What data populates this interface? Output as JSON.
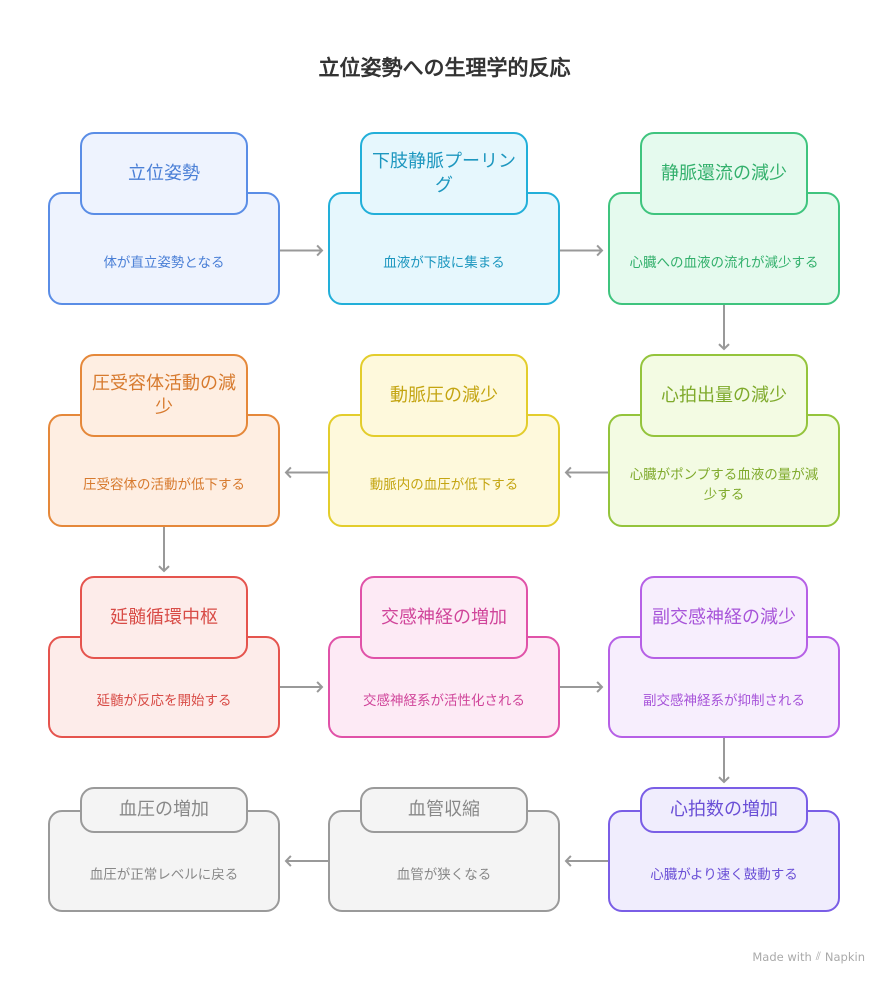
{
  "title": "立位姿勢への生理学的反応",
  "nodes": [
    {
      "heading": "立位姿勢",
      "text": "体が直立姿勢となる",
      "border": "#5a8de6",
      "fill": "#eef3fe",
      "color": "#4a7fd6"
    },
    {
      "heading": "下肢静脈プーリング",
      "text": "血液が下肢に集まる",
      "border": "#22afd9",
      "fill": "#e6f7fd",
      "color": "#1d97bf"
    },
    {
      "heading": "静脈還流の減少",
      "text": "心臓への血液の流れが減少する",
      "border": "#3fc47e",
      "fill": "#e5faee",
      "color": "#33b06c"
    },
    {
      "heading": "心拍出量の減少",
      "text": "心臓がポンプする血液の量が減少する",
      "border": "#94c43c",
      "fill": "#f3fbe3",
      "color": "#7faa2c"
    },
    {
      "heading": "動脈圧の減少",
      "text": "動脈内の血圧が低下する",
      "border": "#e3cd2c",
      "fill": "#fef9dc",
      "color": "#c4a512"
    },
    {
      "heading": "圧受容体活動の減少",
      "text": "圧受容体の活動が低下する",
      "border": "#e5883a",
      "fill": "#feeee2",
      "color": "#d77a2e"
    },
    {
      "heading": "延髄循環中枢",
      "text": "延髄が反応を開始する",
      "border": "#e5544e",
      "fill": "#fdecea",
      "color": "#d84b46"
    },
    {
      "heading": "交感神経の増加",
      "text": "交感神経系が活性化される",
      "border": "#e052a8",
      "fill": "#fdeaf5",
      "color": "#d0459a"
    },
    {
      "heading": "副交感神経の減少",
      "text": "副交感神経系が抑制される",
      "border": "#b660e6",
      "fill": "#f7eefd",
      "color": "#a754d9"
    },
    {
      "heading": "心拍数の増加",
      "text": "心臓がより速く鼓動する",
      "border": "#7a5ee6",
      "fill": "#f0edfd",
      "color": "#6a4fd6"
    },
    {
      "heading": "血管収縮",
      "text": "血管が狭くなる",
      "border": "#9a9a9a",
      "fill": "#f4f4f4",
      "color": "#888888"
    },
    {
      "heading": "血圧の増加",
      "text": "血圧が正常レベルに戻る",
      "border": "#9a9a9a",
      "fill": "#f4f4f4",
      "color": "#888888"
    }
  ],
  "footer": {
    "made_with": "Made with",
    "brand": "Napkin"
  }
}
